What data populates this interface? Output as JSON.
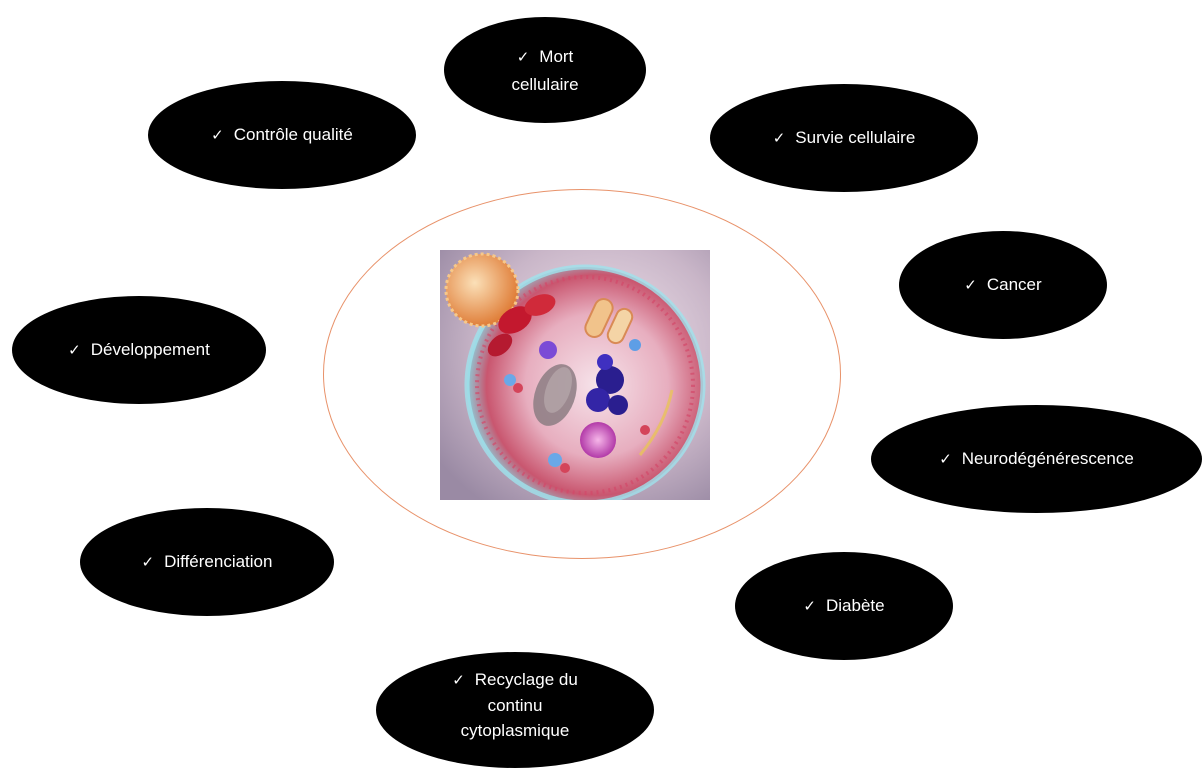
{
  "center": {
    "image": "autophagy-cell-illustration",
    "ring_color": "#e8926a"
  },
  "check_mark": "✓",
  "nodes": {
    "mort_cellulaire": {
      "lines": [
        "Mort",
        "cellulaire"
      ]
    },
    "controle_qualite": {
      "lines": [
        "Contrôle qualité"
      ]
    },
    "survie_cellulaire": {
      "lines": [
        "Survie cellulaire"
      ]
    },
    "cancer": {
      "lines": [
        "Cancer"
      ]
    },
    "developpement": {
      "lines": [
        "Développement"
      ]
    },
    "neurodegenerescence": {
      "lines": [
        "Neurodégénérescence"
      ]
    },
    "differenciation": {
      "lines": [
        "Différenciation"
      ]
    },
    "diabete": {
      "lines": [
        "Diabète"
      ]
    },
    "recyclage": {
      "lines": [
        "Recyclage du",
        "continu",
        "cytoplasmique"
      ]
    }
  },
  "colors": {
    "node_fill": "#000000",
    "node_text": "#ffffff"
  }
}
